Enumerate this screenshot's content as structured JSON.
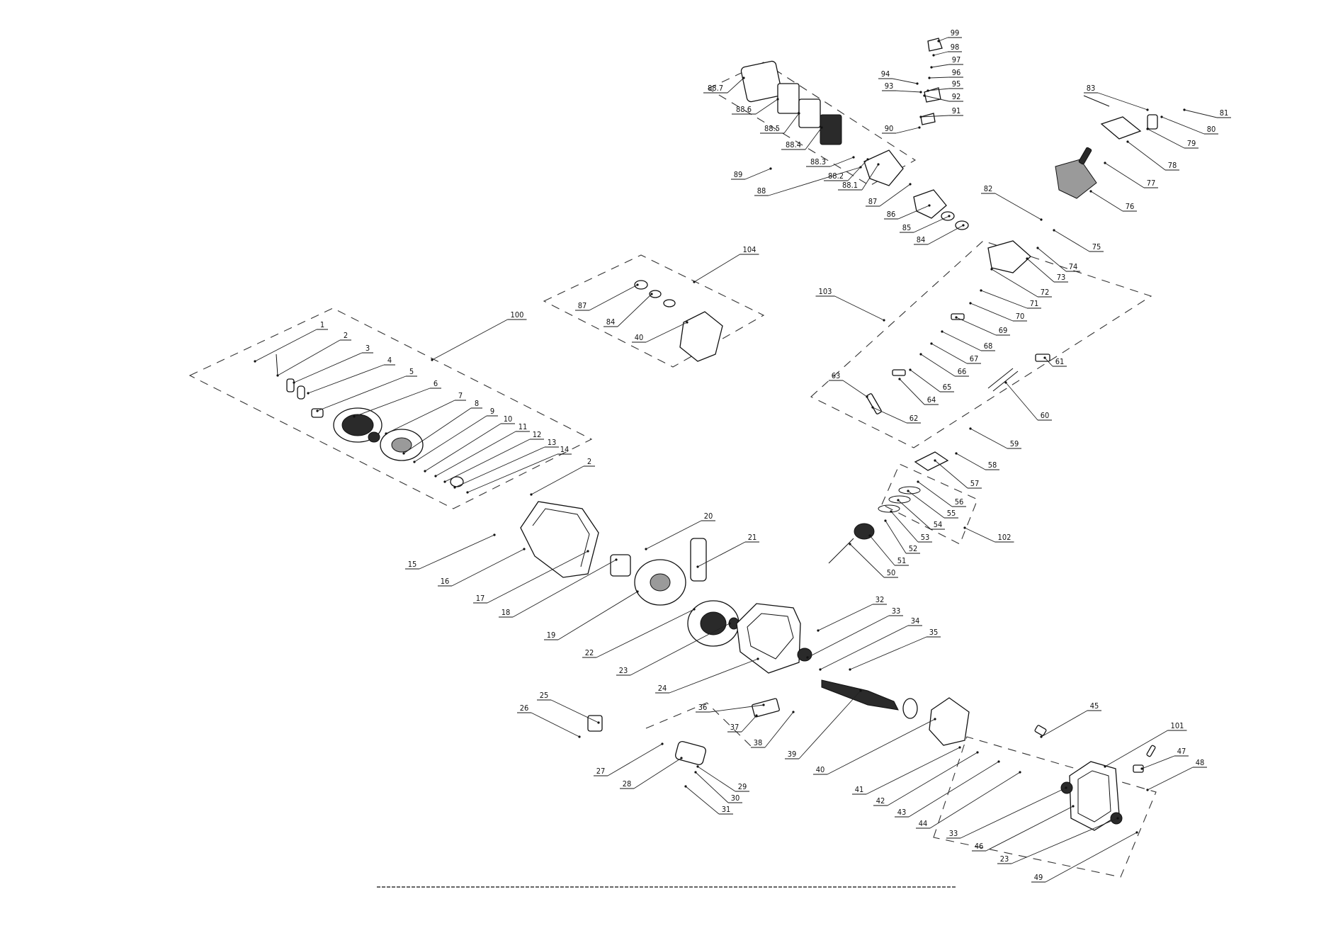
{
  "diagram": {
    "type": "exploded parts diagram",
    "callouts": [
      {
        "id": "c1",
        "label": "1"
      },
      {
        "id": "c2",
        "label": "2"
      },
      {
        "id": "c3",
        "label": "3"
      },
      {
        "id": "c4",
        "label": "4"
      },
      {
        "id": "c5",
        "label": "5"
      },
      {
        "id": "c6",
        "label": "6"
      },
      {
        "id": "c7",
        "label": "7"
      },
      {
        "id": "c8",
        "label": "8"
      },
      {
        "id": "c9",
        "label": "9"
      },
      {
        "id": "c10",
        "label": "10"
      },
      {
        "id": "c11",
        "label": "11"
      },
      {
        "id": "c12",
        "label": "12"
      },
      {
        "id": "c13",
        "label": "13"
      },
      {
        "id": "c14",
        "label": "14"
      },
      {
        "id": "c2b",
        "label": "2"
      },
      {
        "id": "c15",
        "label": "15"
      },
      {
        "id": "c16",
        "label": "16"
      },
      {
        "id": "c17",
        "label": "17"
      },
      {
        "id": "c18",
        "label": "18"
      },
      {
        "id": "c19",
        "label": "19"
      },
      {
        "id": "c20",
        "label": "20"
      },
      {
        "id": "c21",
        "label": "21"
      },
      {
        "id": "c22",
        "label": "22"
      },
      {
        "id": "c23",
        "label": "23"
      },
      {
        "id": "c24",
        "label": "24"
      },
      {
        "id": "c25",
        "label": "25"
      },
      {
        "id": "c26",
        "label": "26"
      },
      {
        "id": "c27",
        "label": "27"
      },
      {
        "id": "c28",
        "label": "28"
      },
      {
        "id": "c29",
        "label": "29"
      },
      {
        "id": "c30",
        "label": "30"
      },
      {
        "id": "c31",
        "label": "31"
      },
      {
        "id": "c32",
        "label": "32"
      },
      {
        "id": "c33",
        "label": "33"
      },
      {
        "id": "c34",
        "label": "34"
      },
      {
        "id": "c35",
        "label": "35"
      },
      {
        "id": "c36",
        "label": "36"
      },
      {
        "id": "c37",
        "label": "37"
      },
      {
        "id": "c38",
        "label": "38"
      },
      {
        "id": "c39",
        "label": "39"
      },
      {
        "id": "c40",
        "label": "40"
      },
      {
        "id": "c41",
        "label": "41"
      },
      {
        "id": "c42",
        "label": "42"
      },
      {
        "id": "c43",
        "label": "43"
      },
      {
        "id": "c44",
        "label": "44"
      },
      {
        "id": "c33b",
        "label": "33"
      },
      {
        "id": "c45",
        "label": "45"
      },
      {
        "id": "c46",
        "label": "46"
      },
      {
        "id": "c23b",
        "label": "23"
      },
      {
        "id": "c47",
        "label": "47"
      },
      {
        "id": "c48",
        "label": "48"
      },
      {
        "id": "c49",
        "label": "49"
      },
      {
        "id": "c50",
        "label": "50"
      },
      {
        "id": "c51",
        "label": "51"
      },
      {
        "id": "c52",
        "label": "52"
      },
      {
        "id": "c53",
        "label": "53"
      },
      {
        "id": "c54",
        "label": "54"
      },
      {
        "id": "c55",
        "label": "55"
      },
      {
        "id": "c56",
        "label": "56"
      },
      {
        "id": "c57",
        "label": "57"
      },
      {
        "id": "c58",
        "label": "58"
      },
      {
        "id": "c59",
        "label": "59"
      },
      {
        "id": "c60",
        "label": "60"
      },
      {
        "id": "c61",
        "label": "61"
      },
      {
        "id": "c62",
        "label": "62"
      },
      {
        "id": "c63",
        "label": "63"
      },
      {
        "id": "c64",
        "label": "64"
      },
      {
        "id": "c65",
        "label": "65"
      },
      {
        "id": "c66",
        "label": "66"
      },
      {
        "id": "c67",
        "label": "67"
      },
      {
        "id": "c68",
        "label": "68"
      },
      {
        "id": "c69",
        "label": "69"
      },
      {
        "id": "c70",
        "label": "70"
      },
      {
        "id": "c71",
        "label": "71"
      },
      {
        "id": "c72",
        "label": "72"
      },
      {
        "id": "c73",
        "label": "73"
      },
      {
        "id": "c74",
        "label": "74"
      },
      {
        "id": "c75",
        "label": "75"
      },
      {
        "id": "c76",
        "label": "76"
      },
      {
        "id": "c77",
        "label": "77"
      },
      {
        "id": "c78",
        "label": "78"
      },
      {
        "id": "c79",
        "label": "79"
      },
      {
        "id": "c80",
        "label": "80"
      },
      {
        "id": "c81",
        "label": "81"
      },
      {
        "id": "c82",
        "label": "82"
      },
      {
        "id": "c83",
        "label": "83"
      },
      {
        "id": "c84",
        "label": "84"
      },
      {
        "id": "c85",
        "label": "85"
      },
      {
        "id": "c86",
        "label": "86"
      },
      {
        "id": "c87",
        "label": "87"
      },
      {
        "id": "c88",
        "label": "88"
      },
      {
        "id": "c881",
        "label": "88.1"
      },
      {
        "id": "c882",
        "label": "88.2"
      },
      {
        "id": "c883",
        "label": "88.3"
      },
      {
        "id": "c884",
        "label": "88.4"
      },
      {
        "id": "c885",
        "label": "88.5"
      },
      {
        "id": "c886",
        "label": "88.6"
      },
      {
        "id": "c887",
        "label": "88.7"
      },
      {
        "id": "c89",
        "label": "89"
      },
      {
        "id": "c90",
        "label": "90"
      },
      {
        "id": "c91",
        "label": "91"
      },
      {
        "id": "c92",
        "label": "92"
      },
      {
        "id": "c93",
        "label": "93"
      },
      {
        "id": "c94",
        "label": "94"
      },
      {
        "id": "c95",
        "label": "95"
      },
      {
        "id": "c96",
        "label": "96"
      },
      {
        "id": "c97",
        "label": "97"
      },
      {
        "id": "c98",
        "label": "98"
      },
      {
        "id": "c99",
        "label": "99"
      },
      {
        "id": "c100",
        "label": "100"
      },
      {
        "id": "c101",
        "label": "101"
      },
      {
        "id": "c102",
        "label": "102"
      },
      {
        "id": "c103",
        "label": "103"
      },
      {
        "id": "c104",
        "label": "104"
      },
      {
        "id": "c87b",
        "label": "87"
      },
      {
        "id": "c84b",
        "label": "84"
      },
      {
        "id": "c40b",
        "label": "40"
      }
    ]
  }
}
